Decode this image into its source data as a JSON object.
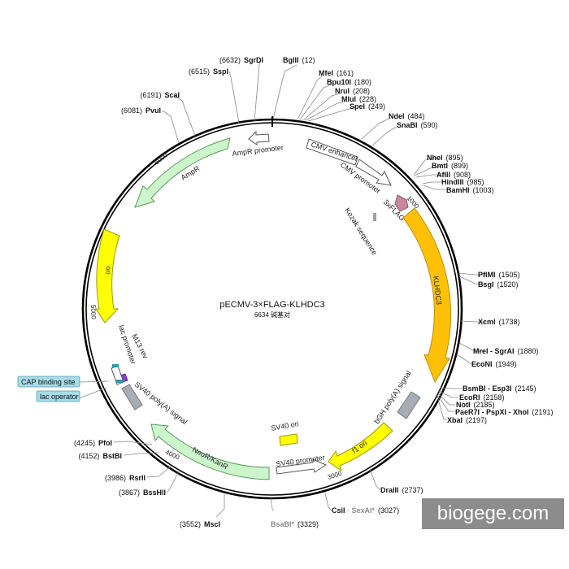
{
  "plasmid": {
    "name": "pECMV-3×FLAG-KLHDC3",
    "size_label": "6634 碱基对",
    "length": 6634
  },
  "ticks": [
    "1000",
    "2000",
    "3000",
    "4000",
    "5000",
    "6000"
  ],
  "sites": [
    {
      "name": "BglII",
      "pos": "(12)",
      "bp": 12
    },
    {
      "name": "MfeI",
      "pos": "(161)",
      "bp": 161
    },
    {
      "name": "Bpu10I",
      "pos": "(180)",
      "bp": 180
    },
    {
      "name": "NruI",
      "pos": "(208)",
      "bp": 208
    },
    {
      "name": "MluI",
      "pos": "(228)",
      "bp": 228
    },
    {
      "name": "SpeI",
      "pos": "(249)",
      "bp": 249
    },
    {
      "name": "NdeI",
      "pos": "(484)",
      "bp": 484
    },
    {
      "name": "SnaBI",
      "pos": "(590)",
      "bp": 590
    },
    {
      "name": "NheI",
      "pos": "(895)",
      "bp": 895
    },
    {
      "name": "BmtI",
      "pos": "(899)",
      "bp": 899
    },
    {
      "name": "AflII",
      "pos": "(908)",
      "bp": 908
    },
    {
      "name": "HindIII",
      "pos": "(985)",
      "bp": 985
    },
    {
      "name": "BamHI",
      "pos": "(1003)",
      "bp": 1003
    },
    {
      "name": "PflMI",
      "pos": "(1505)",
      "bp": 1505
    },
    {
      "name": "BsgI",
      "pos": "(1520)",
      "bp": 1520
    },
    {
      "name": "XcmI",
      "pos": "(1738)",
      "bp": 1738
    },
    {
      "name": "MreI - SgrAI",
      "pos": "(1880)",
      "bp": 1880
    },
    {
      "name": "EcoNI",
      "pos": "(1949)",
      "bp": 1949
    },
    {
      "name": "BsmBI - Esp3I",
      "pos": "(2145)",
      "bp": 2145
    },
    {
      "name": "EcoRI",
      "pos": "(2158)",
      "bp": 2158
    },
    {
      "name": "NotI",
      "pos": "(2185)",
      "bp": 2185
    },
    {
      "name": "PaeR7I - PspXI - XhoI",
      "pos": "(2191)",
      "bp": 2191
    },
    {
      "name": "XbaI",
      "pos": "(2197)",
      "bp": 2197
    },
    {
      "name": "DraIII",
      "pos": "(2737)",
      "bp": 2737
    },
    {
      "name": "CsiI",
      "gray": "SexAI*",
      "pos": "(3027)",
      "bp": 3027
    },
    {
      "name": "BsaBI*",
      "pos": "(3329)",
      "bp": 3329,
      "muted": true
    },
    {
      "name": "MscI",
      "pos": "(3552)",
      "bp": 3552
    },
    {
      "name": "BssHII",
      "pos": "(3867)",
      "bp": 3867
    },
    {
      "name": "RsrII",
      "pos": "(3986)",
      "bp": 3986
    },
    {
      "name": "BstBI",
      "pos": "(4152)",
      "bp": 4152
    },
    {
      "name": "PfoI",
      "pos": "(4245)",
      "bp": 4245
    },
    {
      "name": "PvuI",
      "pos": "(6081)",
      "bp": 6081
    },
    {
      "name": "ScaI",
      "pos": "(6191)",
      "bp": 6191
    },
    {
      "name": "SspI",
      "pos": "(6515)",
      "bp": 6515
    },
    {
      "name": "SgrDI",
      "pos": "(6632)",
      "bp": 6632
    }
  ],
  "features": [
    {
      "label": "CMV enhancer",
      "color": "#ffffff"
    },
    {
      "label": "CMV promoter",
      "color": "#ffffff"
    },
    {
      "label": "3xFLAG",
      "color": "#c8889c"
    },
    {
      "label": "Kozak sequence",
      "color": "#a0a0a0"
    },
    {
      "label": "KLHDC3",
      "color": "#ffc107"
    },
    {
      "label": "bGH poly(A) signal",
      "color": "#a8acb4"
    },
    {
      "label": "f1 ori",
      "color": "#ffff00"
    },
    {
      "label": "SV40 ori",
      "color": "#ffff00"
    },
    {
      "label": "SV40 promoter",
      "color": "#ffffff"
    },
    {
      "label": "NeoR/KanR",
      "color": "#ccf5cc"
    },
    {
      "label": "SV40 poly(A) signal",
      "color": "#a8acb4"
    },
    {
      "label": "M13 rev",
      "color": "#8b3fd1"
    },
    {
      "label": "lac promoter",
      "color": "#ffffff"
    },
    {
      "label": "ori",
      "color": "#ffff00"
    },
    {
      "label": "AmpR",
      "color": "#ccf5cc"
    },
    {
      "label": "AmpR promoter",
      "color": "#ffffff"
    }
  ],
  "side_tags": {
    "cap": "CAP binding site",
    "lac_operator": "lac operator",
    "tag_color": "#a6dce8"
  },
  "watermark": "biogege.com"
}
